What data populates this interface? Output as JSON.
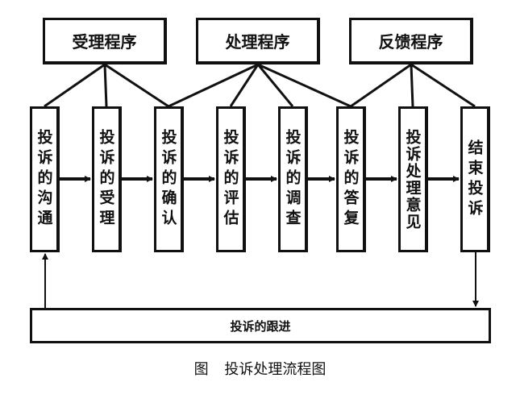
{
  "phases": [
    {
      "label": "受理程序"
    },
    {
      "label": "处理程序"
    },
    {
      "label": "反馈程序"
    }
  ],
  "steps": [
    {
      "label": "投诉的沟通"
    },
    {
      "label": "投诉的受理"
    },
    {
      "label": "投诉的确认"
    },
    {
      "label": "投诉的评估"
    },
    {
      "label": "投诉的调查"
    },
    {
      "label": "投诉的答复"
    },
    {
      "label": "投诉处理意见"
    },
    {
      "label": "结束投诉"
    }
  ],
  "followup": {
    "label": "投诉的跟进"
  },
  "caption": {
    "prefix": "图",
    "title": "投诉处理流程图"
  }
}
